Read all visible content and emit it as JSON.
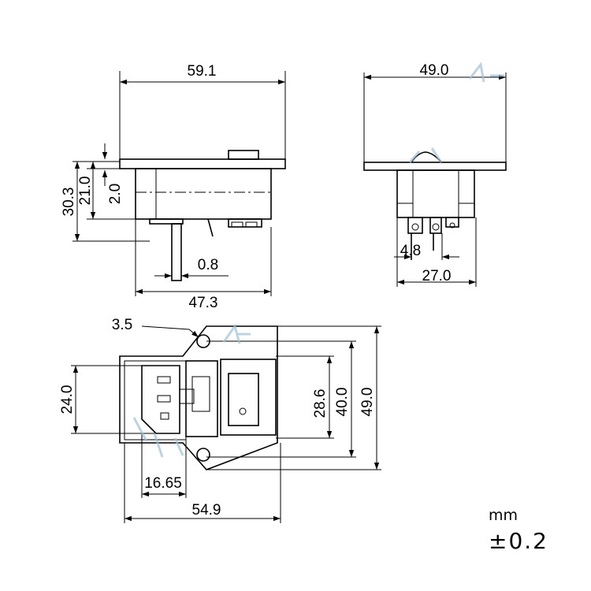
{
  "dimensions": {
    "side_width": "59.1",
    "side_height_total": "30.3",
    "side_height_body": "21.0",
    "side_flange": "2.0",
    "side_pin_width": "0.8",
    "side_body_length": "47.3",
    "end_width": "49.0",
    "end_pin_pitch": "4.8",
    "end_body_width": "27.0",
    "front_hole_dia": "3.5",
    "front_inlet_height": "24.0",
    "front_inlet_width": "16.65",
    "front_switch_height": "28.6",
    "front_cutout_height": "40.0",
    "front_total_height": "49.0",
    "front_total_width": "54.9"
  },
  "units": {
    "unit": "mm",
    "tolerance": "±0.2"
  },
  "colors": {
    "line": "#000000",
    "watermark": "#9fc0d6"
  }
}
